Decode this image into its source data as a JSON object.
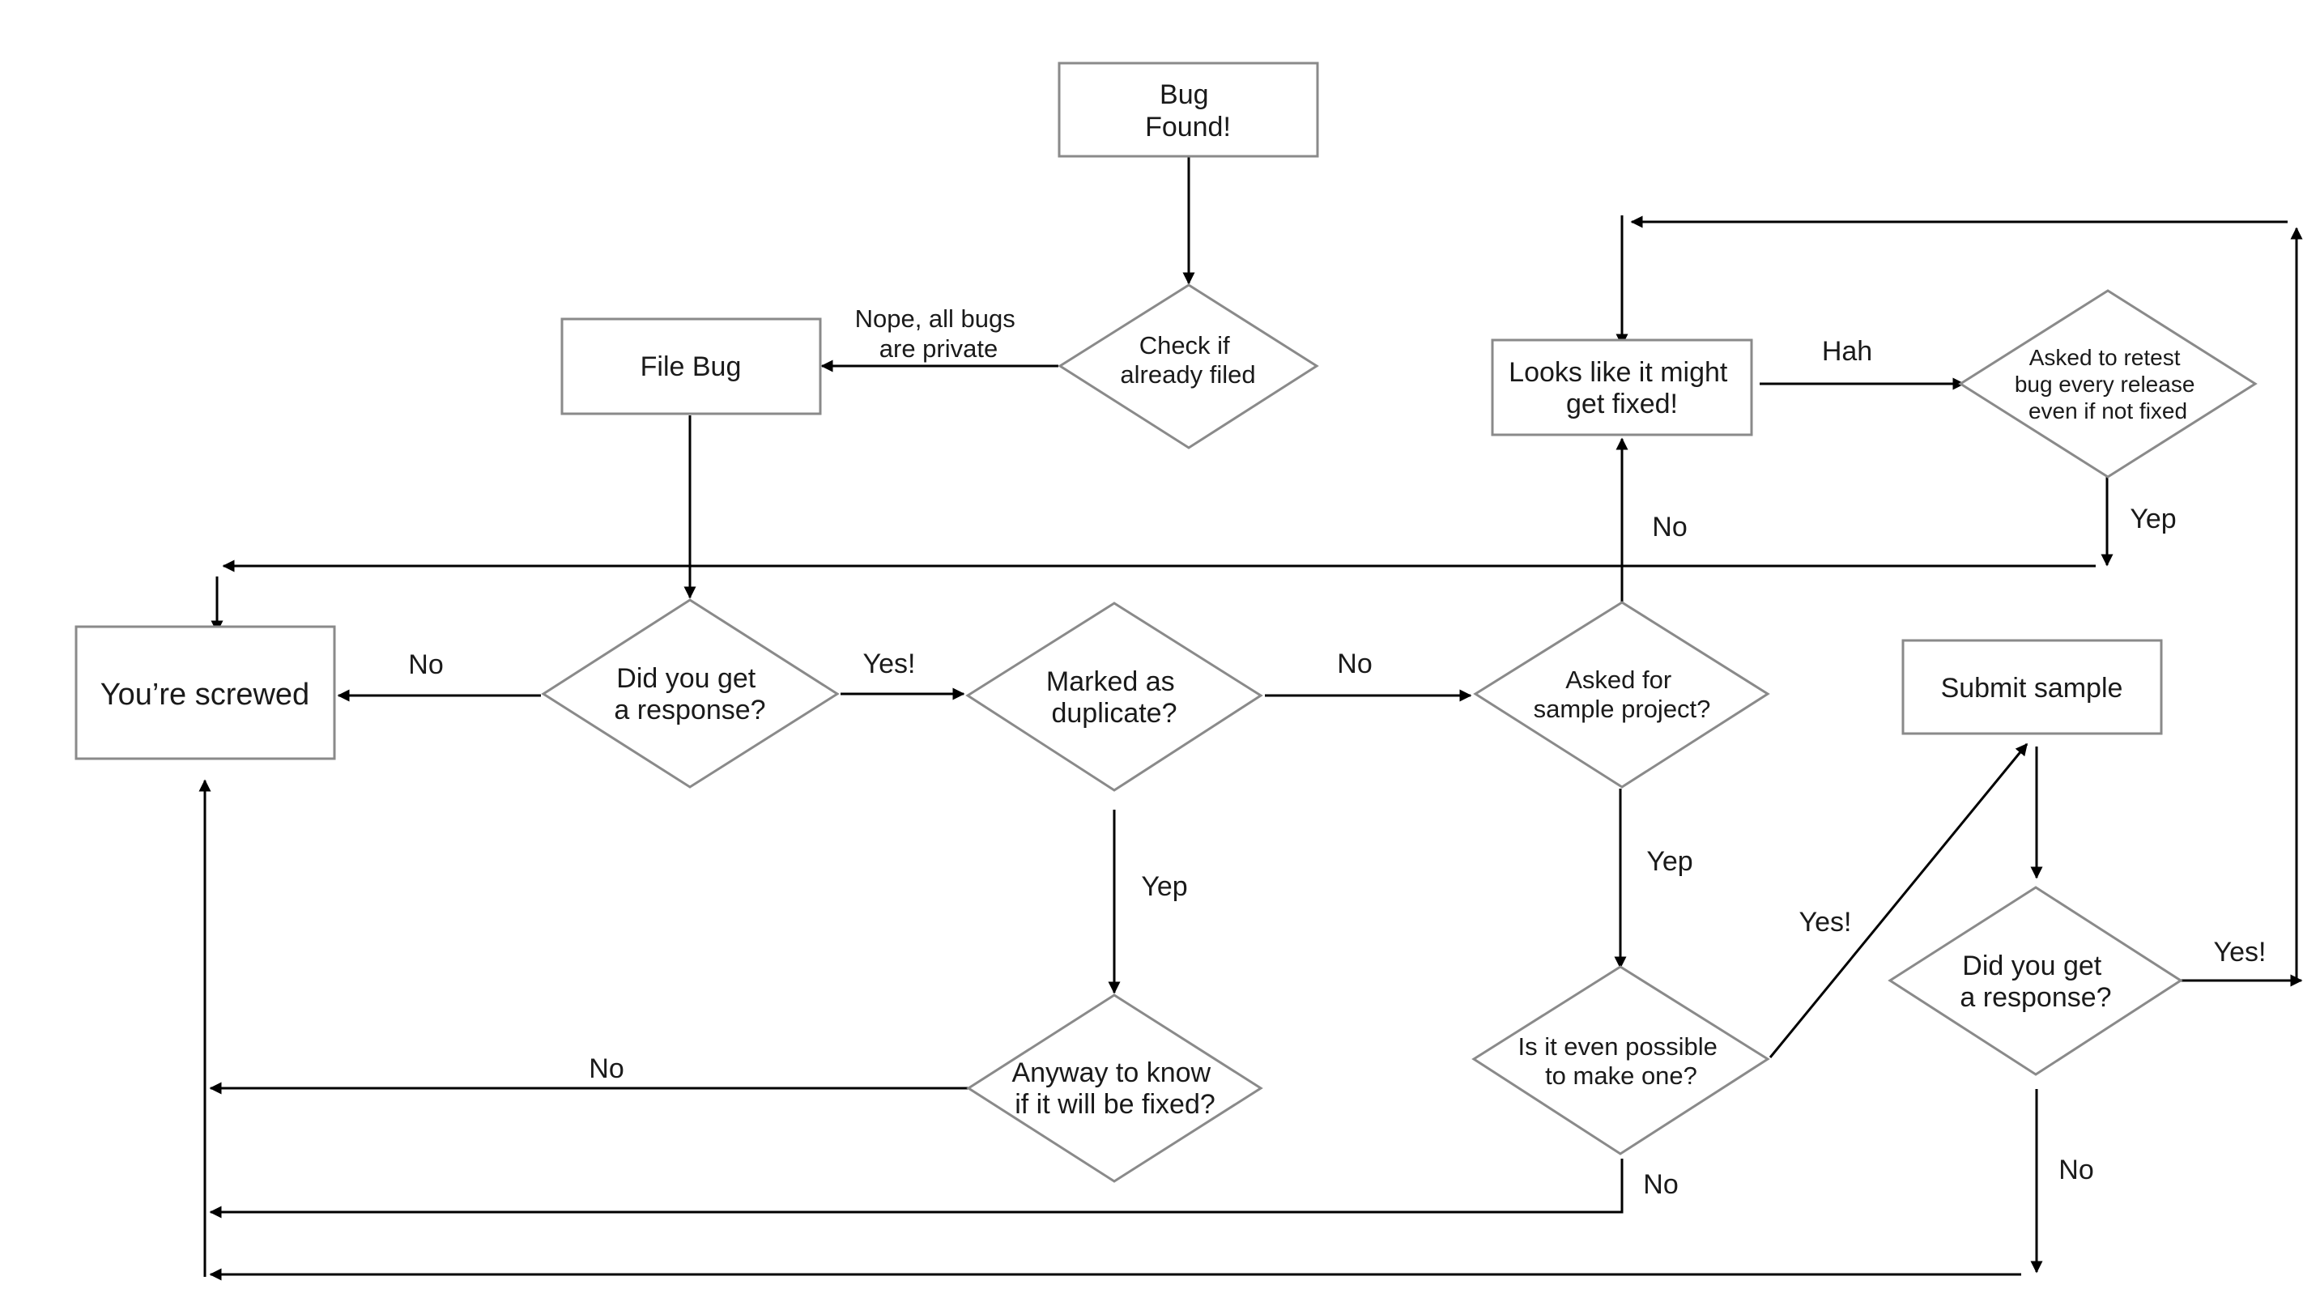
{
  "nodes": {
    "bug_found": [
      "Bug",
      "Found!"
    ],
    "check_filed": [
      "Check if",
      "already filed"
    ],
    "file_bug": [
      "File Bug"
    ],
    "looks_fixed": [
      "Looks like it might",
      "get fixed!"
    ],
    "asked_retest": [
      "Asked to retest",
      "bug every release",
      "even if not fixed"
    ],
    "screwed": [
      "You’re screwed"
    ],
    "response1": [
      "Did you get",
      "a response?"
    ],
    "duplicate": [
      "Marked as",
      "duplicate?"
    ],
    "sample_project": [
      "Asked for",
      "sample project?"
    ],
    "submit_sample": [
      "Submit sample"
    ],
    "anyway_know": [
      "Anyway to know",
      "if it will be fixed?"
    ],
    "possible": [
      "Is it even possible",
      "to make one?"
    ],
    "response2": [
      "Did you get",
      "a response?"
    ]
  },
  "edges": {
    "nope_private": [
      "Nope, all bugs",
      "are private"
    ],
    "hah": "Hah",
    "yep_retest": "Yep",
    "no_response1": "No",
    "yes_response1": "Yes!",
    "no_duplicate": "No",
    "no_sample": "No",
    "yep_duplicate": "Yep",
    "yep_sample": "Yep",
    "yes_possible": "Yes!",
    "yes_response2": "Yes!",
    "no_anyway": "No",
    "no_possible": "No",
    "no_response2": "No"
  },
  "colors": {
    "node_border": "#8a8a8a",
    "edge": "#000000",
    "text": "#1a1a1a",
    "background": "#ffffff"
  }
}
